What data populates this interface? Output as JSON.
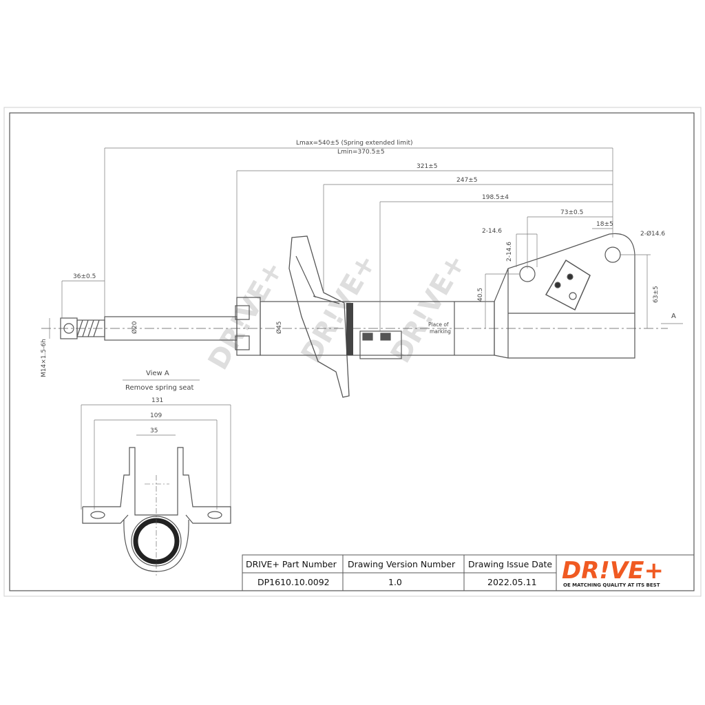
{
  "dimensions": {
    "lmax": "Lmax=540±5 (Spring extended limit)",
    "lmin": "Lmin=370.5±5",
    "d321": "321±5",
    "d247": "247±5",
    "d198": "198.5±4",
    "d73": "73±0.5",
    "d18": "18±5",
    "d36": "36±0.5",
    "hole_left": "2-14.6",
    "hole_left2": "2-14.6",
    "hole_right": "2-Ø14.6",
    "d40": "40.5",
    "d63": "63±5",
    "rod_dia": "Ø20",
    "body_dia": "Ø45",
    "thread": "M14×1.5-6h",
    "view_a_dim131": "131",
    "view_a_dim109": "109",
    "view_a_dim35": "35"
  },
  "labels": {
    "place_of_marking_1": "Place of",
    "place_of_marking_2": "marking",
    "view_a_title": "View A",
    "view_a_note": "Remove spring seat",
    "arrow_a": "A",
    "watermark": "DR!VE+"
  },
  "title_block": {
    "col1_header": "DRIVE+ Part Number",
    "col2_header": "Drawing Version  Number",
    "col3_header": "Drawing Issue Date",
    "part_number": "DP1610.10.0092",
    "version": "1.0",
    "issue_date": "2022.05.11",
    "logo_text": "DR!VE+",
    "logo_tagline": "OE MATCHING QUALITY AT ITS BEST"
  },
  "colors": {
    "line": "#555555",
    "logo_orange": "#f05a22",
    "watermark": "#d9d9d9"
  }
}
